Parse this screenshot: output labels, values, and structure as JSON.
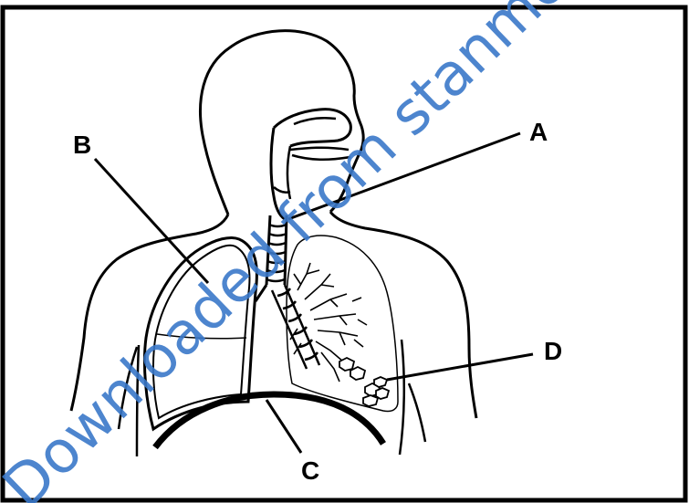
{
  "labels": {
    "a": "A",
    "b": "B",
    "c": "C",
    "d": "D"
  },
  "watermark": {
    "text": "Downloaded from stanmore ep"
  },
  "colors": {
    "ink": "#000000",
    "background": "#ffffff",
    "watermark": "#3a78c9"
  }
}
